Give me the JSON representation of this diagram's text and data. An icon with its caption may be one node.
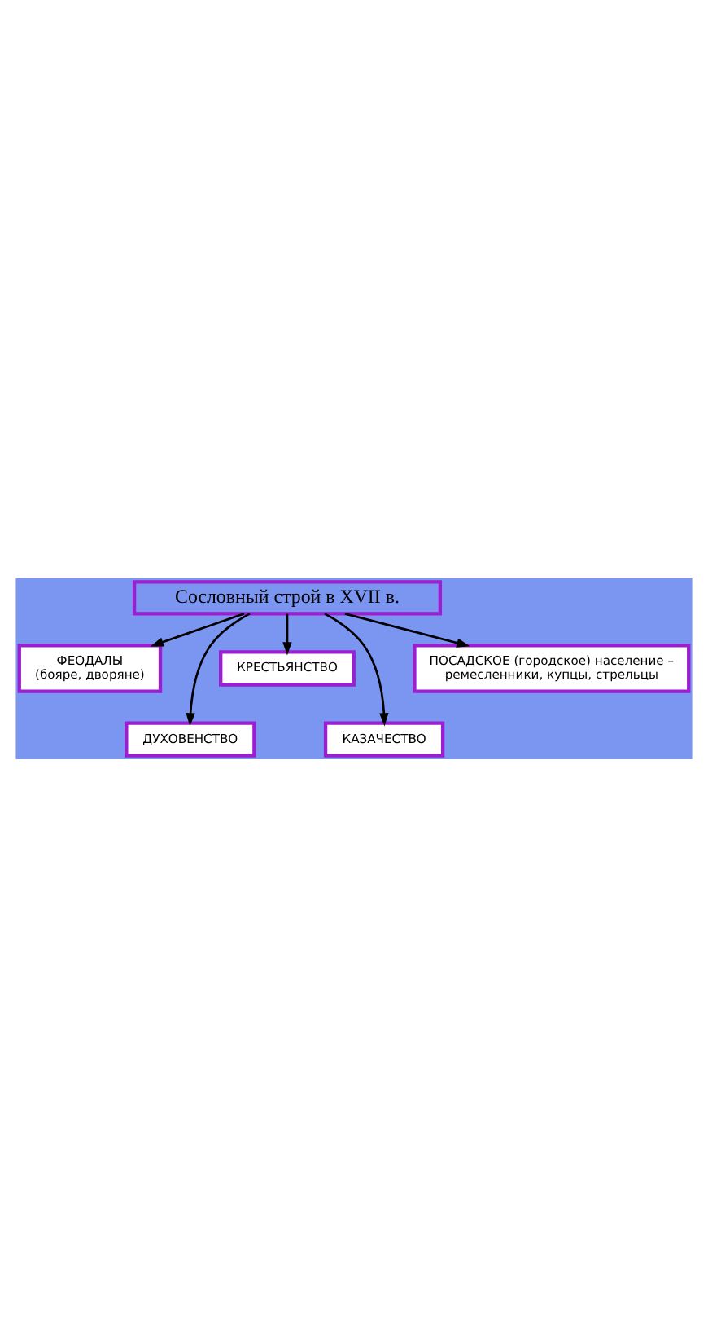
{
  "diagram": {
    "nodes": [
      {
        "text": [
          "Сословный строй в XVII в."
        ]
      },
      {
        "text": [
          "ФЕОДАЛЫ",
          "(бояре, дворяне)"
        ]
      },
      {
        "text": [
          "ДУХОВЕНСТВО"
        ]
      },
      {
        "text": [
          "КРЕСТЬЯНСТВО"
        ]
      },
      {
        "text": [
          "КАЗАЧЕСТВО"
        ]
      },
      {
        "text": [
          "ПОСАДСКОЕ (городское) население –",
          "ремесленники, купцы, стрельцы"
        ]
      }
    ],
    "edges": [
      {
        "from": 0,
        "to": 1,
        "arrow": "to"
      },
      {
        "from": 0,
        "to": 2,
        "arrow": "to"
      },
      {
        "from": 0,
        "to": 3,
        "arrow": "to"
      },
      {
        "from": 0,
        "to": 4,
        "arrow": "to"
      },
      {
        "from": 0,
        "to": 5,
        "arrow": "to"
      }
    ]
  }
}
